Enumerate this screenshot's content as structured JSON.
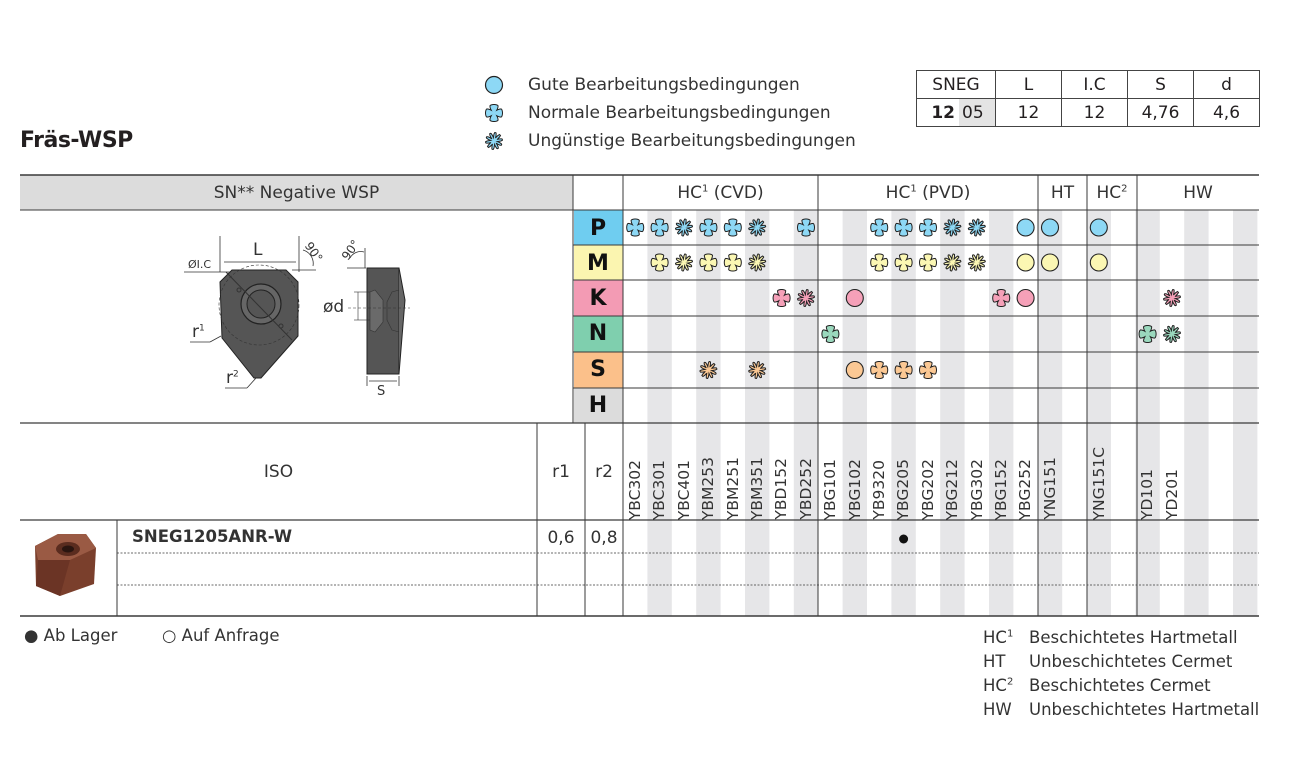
{
  "page_title": "Fräs-WSP",
  "legend": [
    {
      "symbol": "good",
      "label": "Gute Bearbeitungsbedingungen"
    },
    {
      "symbol": "normal",
      "label": "Normale Bearbeitungsbedingungen"
    },
    {
      "symbol": "unfavorable",
      "label": "Ungünstige Bearbeitungsbedingungen"
    }
  ],
  "spec_table": {
    "headers": [
      "SNEG",
      "L",
      "I.C",
      "S",
      "d"
    ],
    "values": {
      "sneg_bold": "12",
      "sneg_rest": "05",
      "L": "12",
      "IC": "12",
      "S": "4,76",
      "d": "4,6"
    }
  },
  "table": {
    "section_header": "SN** Negative WSP",
    "groups": [
      {
        "label": "HC",
        "sup": "1",
        "suffix": " (CVD)"
      },
      {
        "label": "HC",
        "sup": "1",
        "suffix": " (PVD)"
      },
      {
        "label": "HT",
        "sup": "",
        "suffix": ""
      },
      {
        "label": "HC",
        "sup": "2",
        "suffix": ""
      },
      {
        "label": "HW",
        "sup": "",
        "suffix": ""
      }
    ],
    "drawing_labels": {
      "ic": "ØI.C",
      "l": "L",
      "angle1": "90°",
      "angle2": "90°",
      "r1": "r",
      "r1_sup": "1",
      "r2": "r",
      "r2_sup": "2",
      "d": "ød",
      "s": "S"
    },
    "materials": [
      {
        "letter": "P",
        "color": "#6fcdf0"
      },
      {
        "letter": "M",
        "color": "#fbf5b0"
      },
      {
        "letter": "K",
        "color": "#f39bb4"
      },
      {
        "letter": "N",
        "color": "#7fcfae"
      },
      {
        "letter": "S",
        "color": "#fbc08a"
      },
      {
        "letter": "H",
        "color": "#dcdcdc"
      }
    ],
    "symbol_colors": {
      "P": "#8dd8f5",
      "M": "#fbf7b3",
      "K": "#f5a0b8",
      "N": "#9ad8bd",
      "S": "#fbc894"
    },
    "grades": [
      "YBC302",
      "YBC301",
      "YBC401",
      "YBM253",
      "YBM251",
      "YBM351",
      "YBD152",
      "YBD252",
      "YBG101",
      "YBG102",
      "YB9320",
      "YBG205",
      "YBG202",
      "YBG212",
      "YBG302",
      "YBG152",
      "YBG252",
      "YNG151",
      "",
      "YNG151C",
      "",
      "YD101",
      "YD201",
      "",
      "",
      ""
    ],
    "suitability": {
      "P": [
        "normal",
        "normal",
        "unfavorable",
        "normal",
        "normal",
        "unfavorable",
        "",
        "normal",
        "",
        "",
        "normal",
        "normal",
        "normal",
        "unfavorable",
        "unfavorable",
        "",
        "good",
        "good",
        "",
        "good",
        "",
        "",
        "",
        "",
        "",
        ""
      ],
      "M": [
        "",
        "normal",
        "unfavorable",
        "normal",
        "normal",
        "unfavorable",
        "",
        "",
        "",
        "",
        "normal",
        "normal",
        "normal",
        "unfavorable",
        "unfavorable",
        "",
        "good",
        "good",
        "",
        "good",
        "",
        "",
        "",
        "",
        "",
        ""
      ],
      "K": [
        "",
        "",
        "",
        "",
        "",
        "",
        "normal",
        "unfavorable",
        "",
        "good",
        "",
        "",
        "",
        "",
        "",
        "normal",
        "good",
        "",
        "",
        "",
        "",
        "",
        "unfavorable",
        "",
        "",
        ""
      ],
      "N": [
        "",
        "",
        "",
        "",
        "",
        "",
        "",
        "",
        "normal",
        "",
        "",
        "",
        "",
        "",
        "",
        "",
        "",
        "",
        "",
        "",
        "",
        "normal",
        "unfavorable",
        "",
        "",
        ""
      ],
      "S": [
        "",
        "",
        "",
        "unfavorable",
        "",
        "unfavorable",
        "",
        "",
        "",
        "good",
        "normal",
        "normal",
        "normal",
        "",
        "",
        "",
        "",
        "",
        "",
        "",
        "",
        "",
        "",
        "",
        "",
        ""
      ],
      "H": [
        "",
        "",
        "",
        "",
        "",
        "",
        "",
        "",
        "",
        "",
        "",
        "",
        "",
        "",
        "",
        "",
        "",
        "",
        "",
        "",
        "",
        "",
        "",
        "",
        "",
        ""
      ]
    },
    "iso_header": "ISO",
    "r1_header": "r1",
    "r2_header": "r2",
    "products": [
      {
        "iso": "SNEG1205ANR-W",
        "r1": "0,6",
        "r2": "0,8",
        "stock_column": "YBG205"
      }
    ]
  },
  "footer": {
    "in_stock": "Ab Lager",
    "on_request": "Auf Anfrage",
    "glossary": [
      {
        "abbr": "HC",
        "sup": "1",
        "text": "Beschichtetes Hartmetall"
      },
      {
        "abbr": "HT",
        "sup": "",
        "text": "Unbeschichtetes Cermet"
      },
      {
        "abbr": "HC",
        "sup": "2",
        "text": "Beschichtetes Cermet"
      },
      {
        "abbr": "HW",
        "sup": "",
        "text": "Unbeschichtetes Hartmetall"
      }
    ]
  }
}
